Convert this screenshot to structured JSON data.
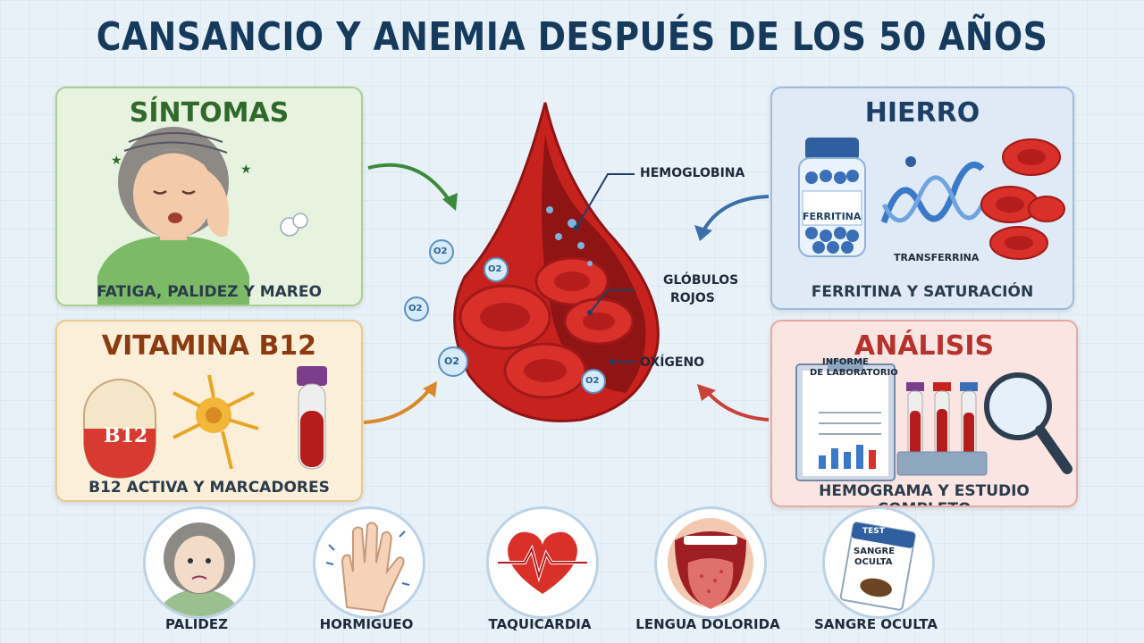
{
  "title": "CANSANCIO Y ANEMIA DESPUÉS DE LOS 50 AÑOS",
  "panels": {
    "sintomas": {
      "title": "SÍNTOMAS",
      "caption": "FATIGA, PALIDEZ Y MAREO"
    },
    "vitamina": {
      "title": "VITAMINA B12",
      "caption": "B12 ACTIVA Y MARCADORES",
      "pill_text": "B12"
    },
    "hierro": {
      "title": "HIERRO",
      "caption": "FERRITINA Y SATURACIÓN",
      "jar_label": "FERRITINA",
      "transferrina": "TRANSFERRINA"
    },
    "analisis": {
      "title": "ANÁLISIS",
      "caption": "HEMOGRAMA Y ESTUDIO COMPLETO",
      "report_line1": "INFORME",
      "report_line2": "DE LABORATORIO"
    }
  },
  "drop_labels": {
    "hemoglobina": "HEMOGLOBINA",
    "globulos_1": "GLÓBULOS",
    "globulos_2": "ROJOS",
    "oxigeno": "OXÍGENO",
    "o2": "O2"
  },
  "bottom": [
    {
      "label": "PALIDEZ",
      "icon": "pale-face-icon"
    },
    {
      "label": "HORMIGUEO",
      "icon": "tingling-hand-icon"
    },
    {
      "label": "TAQUICARDIA",
      "icon": "heart-pulse-icon"
    },
    {
      "label": "LENGUA DOLORIDA",
      "icon": "sore-tongue-icon"
    },
    {
      "label": "SANGRE OCULTA",
      "icon": "occult-blood-test-icon"
    }
  ],
  "test_card": {
    "line1": "TEST",
    "line2": "SANGRE",
    "line3": "OCULTA"
  },
  "colors": {
    "title": "#163a5c",
    "blood": "#c8221f",
    "green": "#2f6a2a",
    "red": "#b6322c"
  }
}
